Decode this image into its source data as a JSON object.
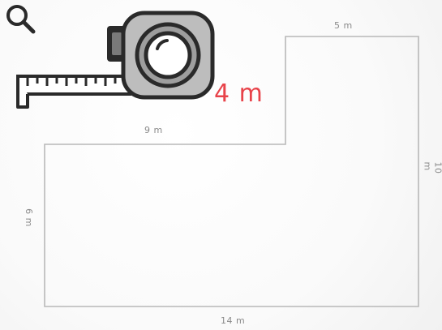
{
  "labels": {
    "top_width": "5 m",
    "upper_width": "9 m",
    "bottom_width": "14 m",
    "right_height": "10 m",
    "left_height": "6 m",
    "highlight": "4 m"
  },
  "icons": {
    "search": "search-icon",
    "tape": "tape-measure-icon"
  },
  "colors": {
    "highlight": "#e8434a",
    "outline": "#b8b8b8",
    "icon": "#2a2a2a",
    "tape_face": "#9e9e9e"
  }
}
